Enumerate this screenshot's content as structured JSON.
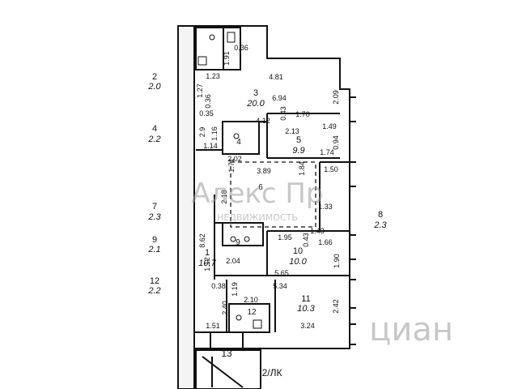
{
  "outside_labels": [
    {
      "id": "2",
      "num": "2",
      "height": "2.0"
    },
    {
      "id": "4",
      "num": "4",
      "height": "2.2"
    },
    {
      "id": "7",
      "num": "7",
      "height": "2.3"
    },
    {
      "id": "9",
      "num": "9",
      "height": "2.1"
    },
    {
      "id": "12",
      "num": "12",
      "height": "2.2"
    },
    {
      "id": "8",
      "num": "8",
      "height": "2.3"
    }
  ],
  "rooms": [
    {
      "id": "3",
      "num": "3",
      "area": "20.0"
    },
    {
      "id": "5",
      "num": "5",
      "area": "9.9"
    },
    {
      "id": "10",
      "num": "10",
      "area": "10.0"
    },
    {
      "id": "11",
      "num": "11",
      "area": "10.3"
    },
    {
      "id": "1",
      "num": "1",
      "area": "10.7"
    }
  ],
  "small_labels": {
    "r4": "4",
    "r6": "6",
    "r9": "9",
    "r12": "12",
    "r13": "13",
    "stair": "2/ЛК"
  },
  "dimensions": [
    "0.36",
    "1.91",
    "1.23",
    "1.27",
    "0.36",
    "0.35",
    "4.81",
    "6.94",
    "0.43",
    "1.70",
    "2.09",
    "4.12",
    "1.16",
    "2.13",
    "1.49",
    "1.14",
    "2.02",
    "1.74",
    "3.89",
    "1.84",
    "1.50",
    "1.71",
    "1.33",
    "2.18",
    "1.43",
    "1.95",
    "0.43",
    "1.66",
    "8.62",
    "2.04",
    "1.12",
    "1.90",
    "5.65",
    "0.38",
    "5.34",
    "1.19",
    "2.10",
    "2.40",
    "2.42",
    "1.51",
    "3.24",
    "2.9",
    "0.94"
  ],
  "watermark": {
    "main": "Алекс Пр",
    "sub": "НЕДВИЖИМОСТЬ",
    "corner": "циан"
  }
}
